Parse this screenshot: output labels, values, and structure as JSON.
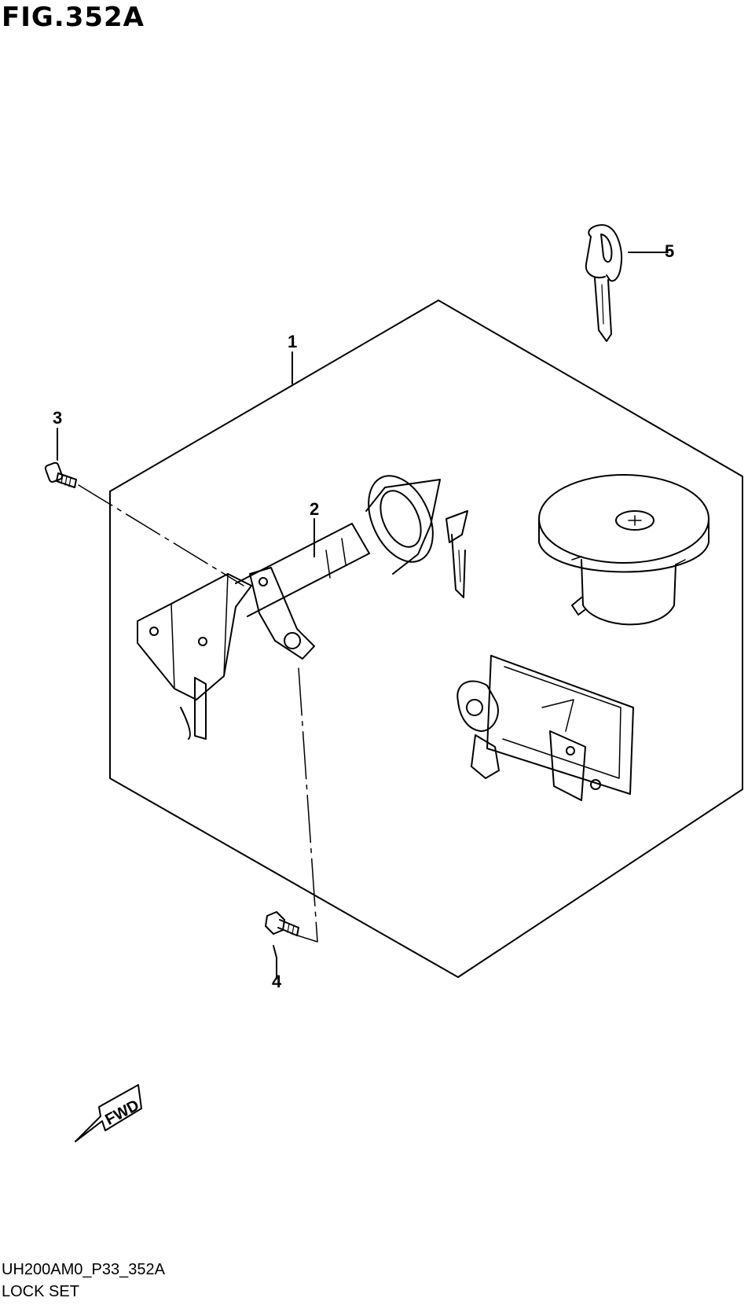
{
  "figure": {
    "title": "FIG.352A"
  },
  "callouts": {
    "c1": "1",
    "c2": "2",
    "c3": "3",
    "c4": "4",
    "c5": "5"
  },
  "parts": {
    "lock_set": "1",
    "ignition_switch": "2",
    "screw_3": "3",
    "bolt_4": "4",
    "key_5": "5"
  },
  "direction_marker": {
    "label": "FWD"
  },
  "footer": {
    "code": "UH200AM0_P33_352A",
    "name": "LOCK SET"
  }
}
